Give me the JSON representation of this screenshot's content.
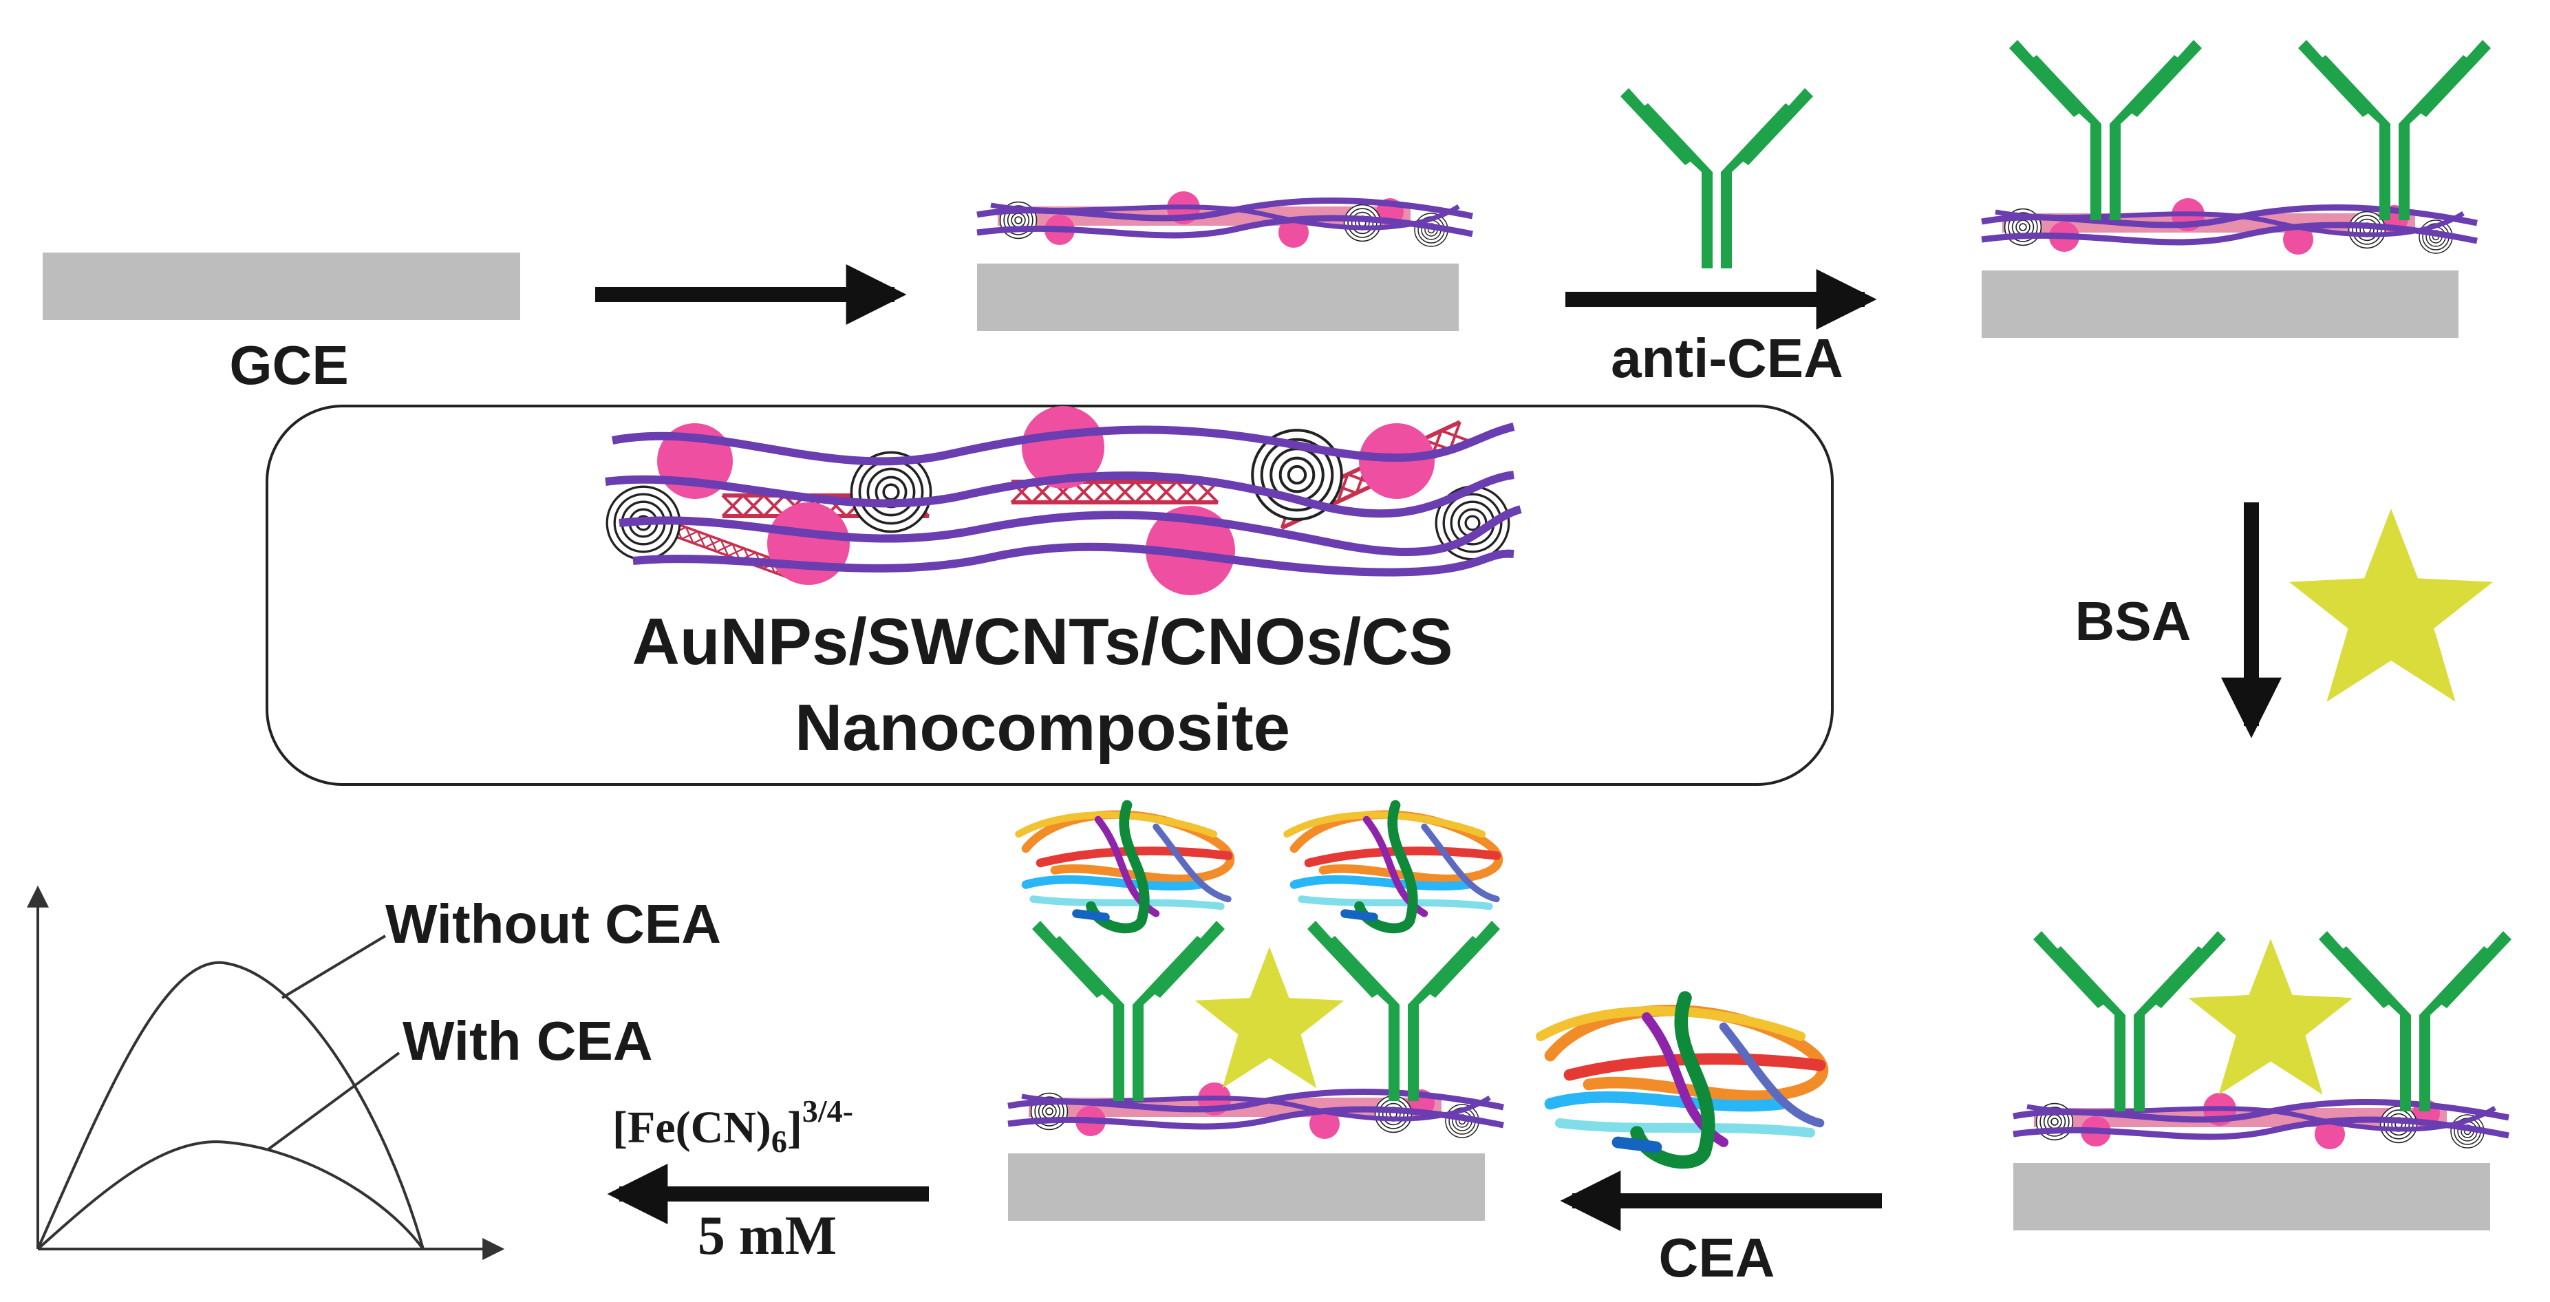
{
  "labels": {
    "gce": "GCE",
    "anti_cea": "anti-CEA",
    "bsa": "BSA",
    "cea": "CEA",
    "composite_line1": "AuNPs/SWCNTs/CNOs/CS",
    "composite_line2": "Nanocomposite",
    "without_cea": "Without CEA",
    "with_cea": "With CEA",
    "probe": "[Fe(CN)",
    "probe_sub": "6",
    "probe_sup": "3/4-",
    "concentration": "5 mM"
  },
  "colors": {
    "electrode": "#bdbdbd",
    "antibody": "#1ea24a",
    "bsa_star": "#d9dc3a",
    "aunp": "#ee4fa0",
    "swcnt": "#6a3db0",
    "cnt_mesh": "#c8304f",
    "arrow": "#111111"
  },
  "icons": {
    "antibody": "y-shaped-antibody-icon",
    "bsa": "star-icon",
    "cea": "protein-ribbon-icon",
    "cno": "concentric-circles-icon",
    "aunp": "gold-nanoparticle-icon"
  },
  "voltammogram": {
    "curves": [
      "without-cea",
      "with-cea"
    ],
    "peak_order": "without-cea higher than with-cea"
  }
}
